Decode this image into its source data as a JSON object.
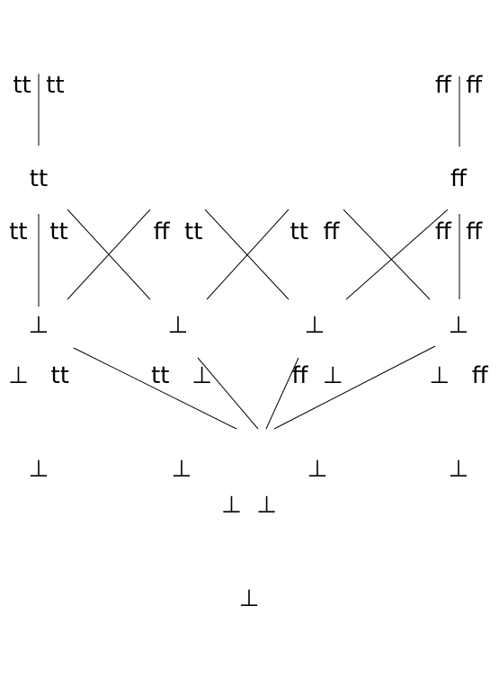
{
  "nodes": [
    {
      "id": "top-tt",
      "line1": "tt  tt",
      "line2": "tt"
    },
    {
      "id": "top-ff",
      "line1": "ff  ff",
      "line2": "ff"
    },
    {
      "id": "mid-tt-tt",
      "line1": "tt   tt",
      "line2": "⊥"
    },
    {
      "id": "mid-ff-tt",
      "line1": "ff  tt",
      "line2": "⊥"
    },
    {
      "id": "mid-tt-ff",
      "line1": "tt  ff",
      "line2": "⊥"
    },
    {
      "id": "mid-ff-ff",
      "line1": "ff  ff",
      "line2": "⊥"
    },
    {
      "id": "low-bot-tt",
      "line1": "⊥   tt",
      "line2": "⊥"
    },
    {
      "id": "low-tt-bot",
      "line1": "tt   ⊥",
      "line2": "⊥"
    },
    {
      "id": "low-ff-bot",
      "line1": "ff  ⊥",
      "line2": "⊥"
    },
    {
      "id": "low-bot-ff",
      "line1": "⊥   ff",
      "line2": "⊥"
    },
    {
      "id": "bottom",
      "line1": "⊥  ⊥",
      "line2": "⊥"
    }
  ],
  "edges": [
    [
      "top-tt",
      "mid-tt-tt"
    ],
    [
      "top-ff",
      "mid-ff-ff"
    ],
    [
      "mid-tt-tt",
      "low-bot-tt"
    ],
    [
      "mid-tt-tt",
      "low-tt-bot"
    ],
    [
      "mid-ff-tt",
      "low-bot-tt"
    ],
    [
      "mid-ff-tt",
      "low-ff-bot"
    ],
    [
      "mid-tt-ff",
      "low-tt-bot"
    ],
    [
      "mid-tt-ff",
      "low-bot-ff"
    ],
    [
      "mid-ff-ff",
      "low-ff-bot"
    ],
    [
      "mid-ff-ff",
      "low-bot-ff"
    ],
    [
      "low-bot-tt",
      "bottom"
    ],
    [
      "low-tt-bot",
      "bottom"
    ],
    [
      "low-ff-bot",
      "bottom"
    ],
    [
      "low-bot-ff",
      "bottom"
    ]
  ]
}
